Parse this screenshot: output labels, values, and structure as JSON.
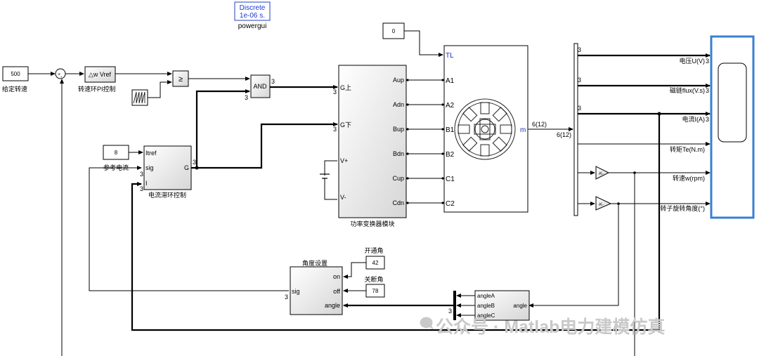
{
  "powergui": {
    "line1": "Discrete",
    "line2": "1e-06 s.",
    "name": "powergui"
  },
  "blocks": {
    "speed_const": {
      "value": "500",
      "caption": "给定转速"
    },
    "sum_in": {
      "plus": "+",
      "minus": "-"
    },
    "pi_block": {
      "text": "△w  Vref",
      "caption": "转速环PI控制"
    },
    "relational": {
      "text": "≥"
    },
    "and_gate": {
      "text": "AND",
      "out_dim": "3",
      "in_dim": "3"
    },
    "iref_const": {
      "value": "8",
      "caption": "参考电流"
    },
    "hysteresis": {
      "ports_in": [
        "Itref",
        "sig",
        "I"
      ],
      "port_out": "G",
      "caption": "电流滞环控制",
      "dims": [
        "3",
        "3",
        "3"
      ]
    },
    "converter": {
      "ports_in": [
        "G上",
        "G下",
        "V+",
        "V-"
      ],
      "ports_out": [
        "Aup",
        "Adn",
        "Bup",
        "Bdn",
        "Cup",
        "Cdn"
      ],
      "caption": "功率变换器模块",
      "dims": [
        "3",
        "3"
      ]
    },
    "tl_const": {
      "value": "0"
    },
    "motor": {
      "ports_in": [
        "TL",
        "A1",
        "A2",
        "B1",
        "B2",
        "C1",
        "C2"
      ],
      "port_out": "m",
      "bus_label": "6(12)"
    },
    "demux": {
      "bus_label": "6(12)",
      "dims": [
        "3",
        "3",
        "3"
      ]
    },
    "gain1": {
      "text": "-K-"
    },
    "gain2": {
      "text": "-K-"
    },
    "signals": {
      "s1": "电压U(V)",
      "s2": "磁链flux(V.s)",
      "s3": "电流I(A)",
      "s4": "转矩Te(N.m)",
      "s5": "转速w(rpm)",
      "s6": "转子旋转角度(°)",
      "s1_dim": "3",
      "s2_dim": "3",
      "s3_dim": "3"
    },
    "angle_setting": {
      "title": "角度设置",
      "ports_in": [
        "on",
        "off",
        "sig",
        "angle"
      ],
      "dim": "3"
    },
    "on_const": {
      "label": "开通角",
      "value": "42"
    },
    "off_const": {
      "label": "关断角",
      "value": "78"
    },
    "angle_block": {
      "ports_in": [
        "angleA",
        "angleB",
        "angleC"
      ],
      "port_out": "angle",
      "dim": "3"
    }
  },
  "watermark": {
    "text": "公众号 · Matlab电力建模仿真"
  }
}
